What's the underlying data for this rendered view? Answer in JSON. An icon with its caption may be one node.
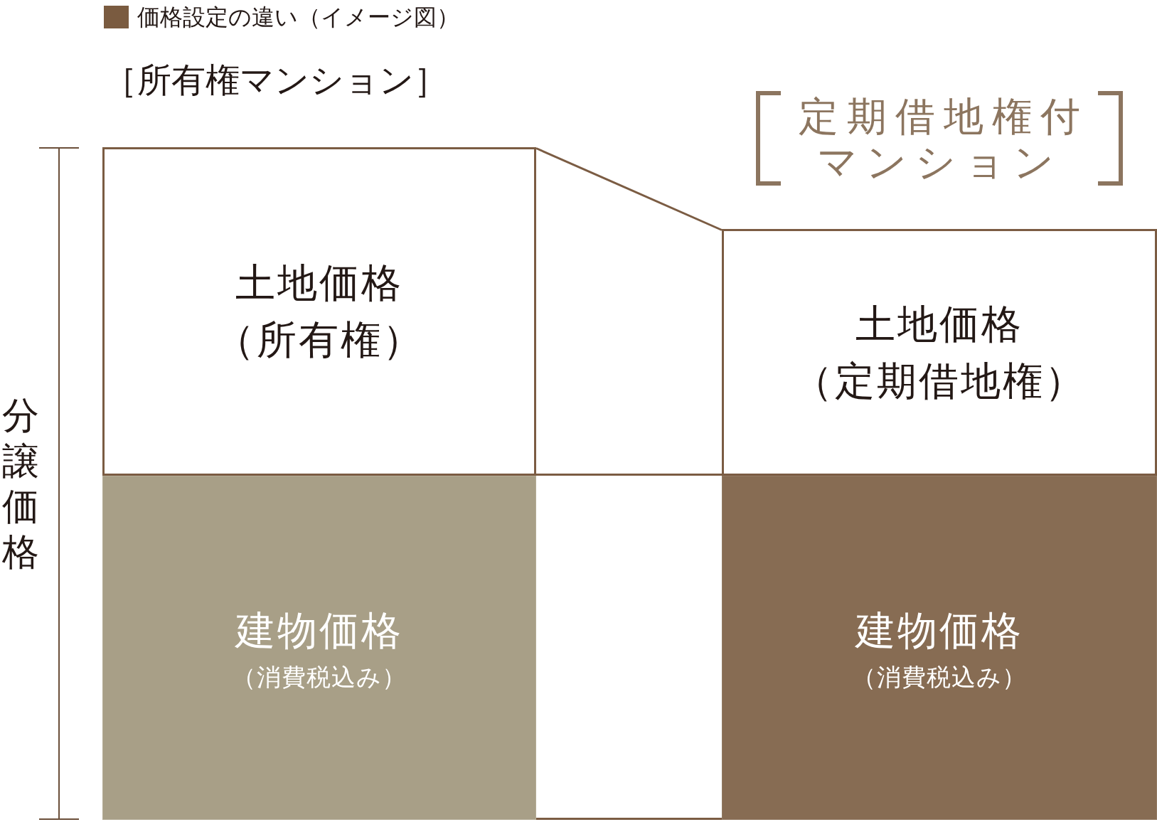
{
  "diagram": {
    "title": "価格設定の違い（イメージ図）",
    "nodes": [
      {
        "text": [
          "土地価格",
          "（所有権）"
        ]
      },
      {
        "text": [
          "建物価格",
          "（消費税込み）"
        ]
      },
      {
        "text": [
          "土地価格",
          "（定期借地権）"
        ]
      },
      {
        "text": [
          "建物価格",
          "（消費税込み）"
        ]
      }
    ],
    "edges": [
      {
        "from": 0,
        "to": 2,
        "arrow": "none"
      },
      {
        "from": 0,
        "to": 2,
        "arrow": "none"
      },
      {
        "from": 1,
        "to": 3,
        "arrow": "none"
      }
    ],
    "labels": [
      "［所有権マンション］",
      "定期借地権付マンション",
      "分譲価格"
    ]
  }
}
